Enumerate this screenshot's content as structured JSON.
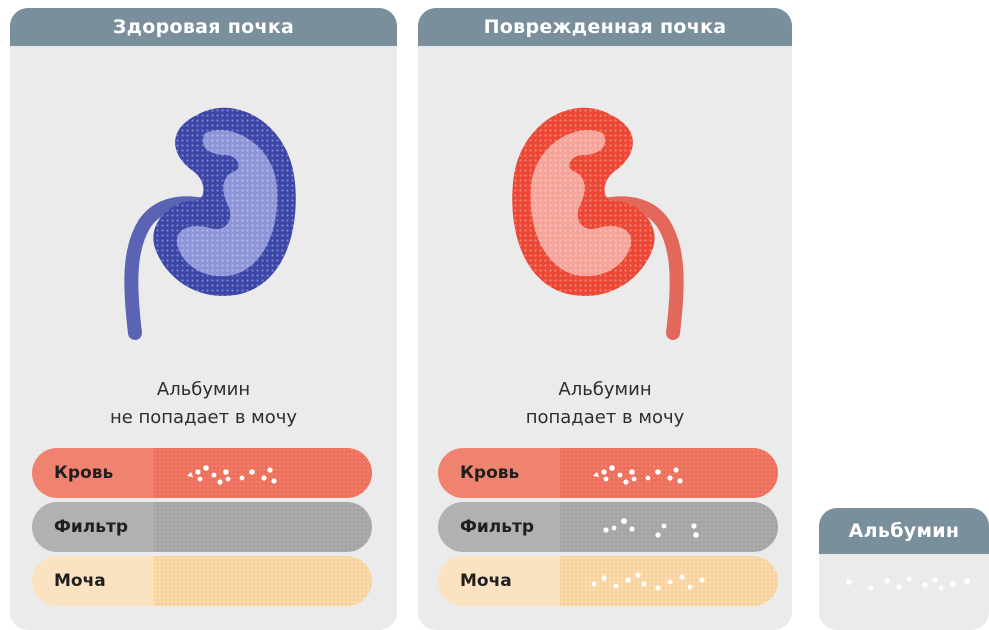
{
  "panels": [
    {
      "title": "Здоровая почка",
      "caption_line1": "Альбумин",
      "caption_line2": "не попадает в мочу",
      "kidney_color": "#3c46a8",
      "kidney_light": "#8d95d8",
      "bars": [
        {
          "label": "Кровь",
          "albumin": true
        },
        {
          "label": "Фильтр",
          "albumin": false
        },
        {
          "label": "Моча",
          "albumin": false
        }
      ]
    },
    {
      "title": "Поврежденная почка",
      "caption_line1": "Альбумин",
      "caption_line2": "попадает в мочу",
      "kidney_color": "#ec4634",
      "kidney_light": "#f6a39a",
      "bars": [
        {
          "label": "Кровь",
          "albumin": true
        },
        {
          "label": "Фильтр",
          "albumin": true
        },
        {
          "label": "Моча",
          "albumin": true
        }
      ]
    }
  ],
  "legend": {
    "title": "Альбумин"
  },
  "colors": {
    "header": "#7a8f9c",
    "panel": "#ebebec",
    "blood": "#ee6f5b",
    "filter": "#a5a5a7",
    "urine": "#f9d39d",
    "albumin_dot": "#ffffff"
  }
}
